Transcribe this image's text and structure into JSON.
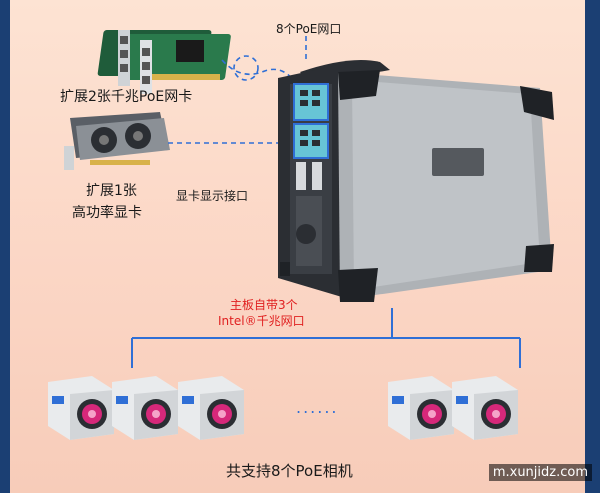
{
  "labels": {
    "poe_ports_8": "8个PoE网口",
    "expand_poe_card": "扩展2张千兆PoE网卡",
    "expand_gpu_line1": "扩展1张",
    "expand_gpu_line2": "高功率显卡",
    "gpu_display_port": "显卡显示接口",
    "board_ports_line1": "主板自带3个",
    "board_ports_line2": "Intel®千兆网口",
    "ellipsis": "......",
    "cameras_total": "共支持8个PoE相机"
  },
  "watermark": "m.xunjidz.com",
  "colors": {
    "accent_blue": "#2f6fd6",
    "accent_red": "#e02020",
    "background": "#fbd6c5",
    "device_gray": "#b8bcc0"
  }
}
